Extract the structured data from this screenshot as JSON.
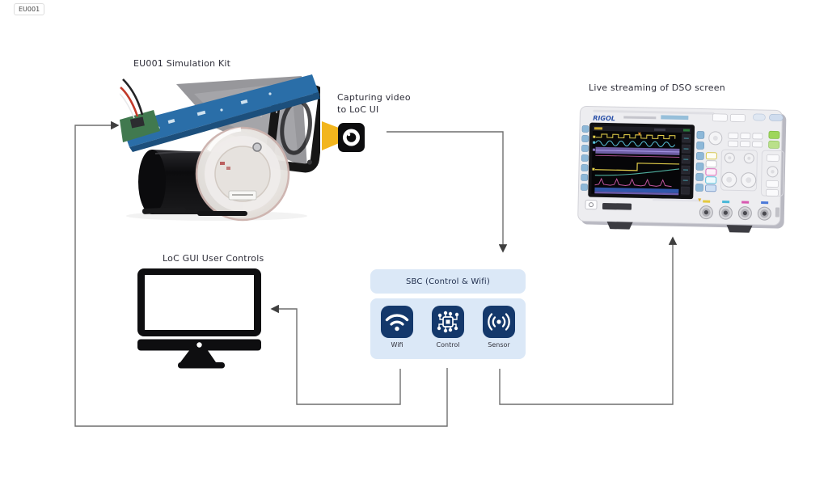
{
  "badge": {
    "label": "EU001"
  },
  "sim_kit": {
    "label": "EU001 Simulation Kit"
  },
  "camera": {
    "caption_line1": "Capturing video",
    "caption_line2": "to LoC UI"
  },
  "dso": {
    "label": "Live streaming of DSO screen",
    "brand": "RIGOL"
  },
  "monitor": {
    "label": "LoC GUI User Controls"
  },
  "sbc": {
    "title": "SBC (Control & Wifi)",
    "modules": [
      {
        "id": "wifi",
        "label": "Wifi",
        "icon": "wifi-icon"
      },
      {
        "id": "control",
        "label": "Control",
        "icon": "circuit-chip-icon"
      },
      {
        "id": "sensor",
        "label": "Sensor",
        "icon": "sensor-signal-icon"
      }
    ]
  },
  "colors": {
    "sbc_panel": "#dbe8f7",
    "module_tile": "#14386b",
    "connector_line": "#6f6f6f",
    "camera_yellow": "#f2b51d",
    "label_text": "#2d2d38",
    "rigol_blue": "#2a50a8"
  }
}
